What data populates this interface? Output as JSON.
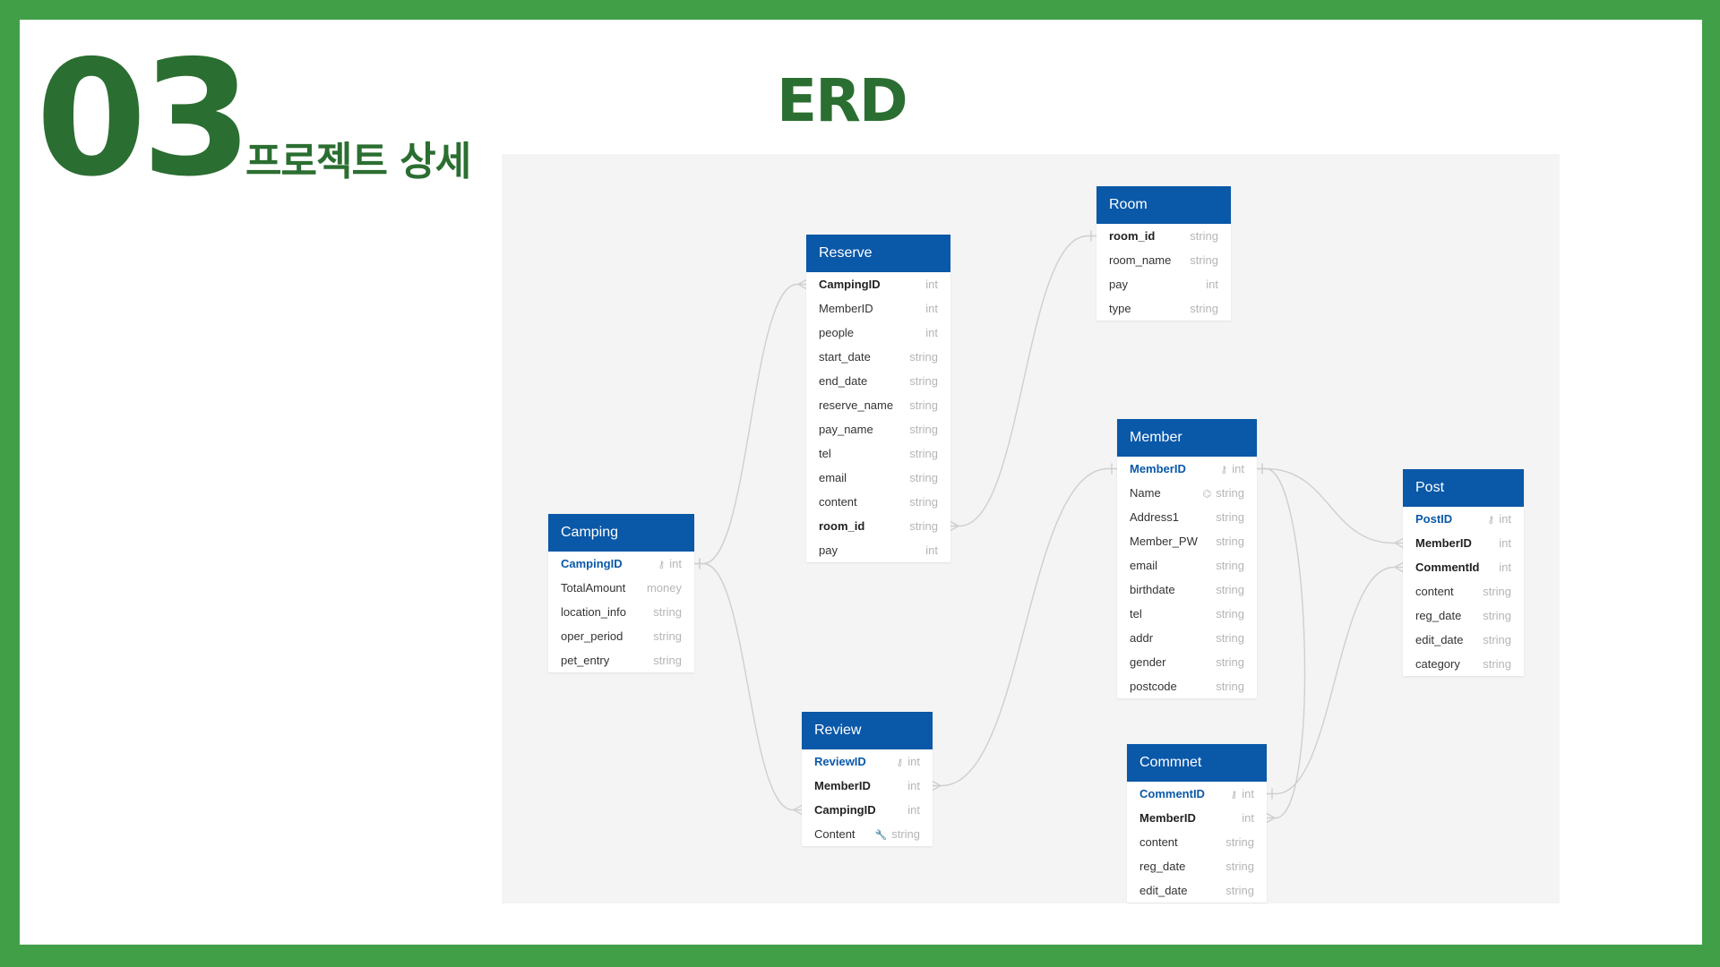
{
  "slide": {
    "section_number": "03",
    "section_title": "프로젝트 상세",
    "page_title": "ERD"
  },
  "diagram": {
    "tables": [
      {
        "id": "room",
        "name": "Room",
        "fields": [
          {
            "name": "room_id",
            "type": "string",
            "key": "fk"
          },
          {
            "name": "room_name",
            "type": "string"
          },
          {
            "name": "pay",
            "type": "int"
          },
          {
            "name": "type",
            "type": "string"
          }
        ]
      },
      {
        "id": "reserve",
        "name": "Reserve",
        "fields": [
          {
            "name": "CampingID",
            "type": "int",
            "key": "fk"
          },
          {
            "name": "MemberID",
            "type": "int"
          },
          {
            "name": "people",
            "type": "int"
          },
          {
            "name": "start_date",
            "type": "string"
          },
          {
            "name": "end_date",
            "type": "string"
          },
          {
            "name": "reserve_name",
            "type": "string"
          },
          {
            "name": "pay_name",
            "type": "string"
          },
          {
            "name": "tel",
            "type": "string"
          },
          {
            "name": "email",
            "type": "string"
          },
          {
            "name": "content",
            "type": "string"
          },
          {
            "name": "room_id",
            "type": "string",
            "key": "fk"
          },
          {
            "name": "pay",
            "type": "int"
          }
        ]
      },
      {
        "id": "camping",
        "name": "Camping",
        "fields": [
          {
            "name": "CampingID",
            "type": "int",
            "key": "pk",
            "icon": "key-icon"
          },
          {
            "name": "TotalAmount",
            "type": "money"
          },
          {
            "name": "location_info",
            "type": "string"
          },
          {
            "name": "oper_period",
            "type": "string"
          },
          {
            "name": "pet_entry",
            "type": "string"
          }
        ]
      },
      {
        "id": "member",
        "name": "Member",
        "fields": [
          {
            "name": "MemberID",
            "type": "int",
            "key": "pk",
            "icon": "key-icon"
          },
          {
            "name": "Name",
            "type": "string",
            "icon": "index-icon"
          },
          {
            "name": "Address1",
            "type": "string"
          },
          {
            "name": "Member_PW",
            "type": "string"
          },
          {
            "name": "email",
            "type": "string"
          },
          {
            "name": "birthdate",
            "type": "string"
          },
          {
            "name": "tel",
            "type": "string"
          },
          {
            "name": "addr",
            "type": "string"
          },
          {
            "name": "gender",
            "type": "string"
          },
          {
            "name": "postcode",
            "type": "string"
          }
        ]
      },
      {
        "id": "post",
        "name": "Post",
        "fields": [
          {
            "name": "PostID",
            "type": "int",
            "key": "pk",
            "icon": "key-icon"
          },
          {
            "name": "MemberID",
            "type": "int",
            "key": "fk"
          },
          {
            "name": "CommentId",
            "type": "int",
            "key": "fk"
          },
          {
            "name": "content",
            "type": "string"
          },
          {
            "name": "reg_date",
            "type": "string"
          },
          {
            "name": "edit_date",
            "type": "string"
          },
          {
            "name": "category",
            "type": "string"
          }
        ]
      },
      {
        "id": "review",
        "name": "Review",
        "fields": [
          {
            "name": "ReviewID",
            "type": "int",
            "key": "pk",
            "icon": "key-icon"
          },
          {
            "name": "MemberID",
            "type": "int",
            "key": "fk"
          },
          {
            "name": "CampingID",
            "type": "int",
            "key": "fk"
          },
          {
            "name": "Content",
            "type": "string",
            "icon": "wrench-icon"
          }
        ]
      },
      {
        "id": "comment",
        "name": "Commnet",
        "fields": [
          {
            "name": "CommentID",
            "type": "int",
            "key": "pk",
            "icon": "key-icon"
          },
          {
            "name": "MemberID",
            "type": "int",
            "key": "fk"
          },
          {
            "name": "content",
            "type": "string"
          },
          {
            "name": "reg_date",
            "type": "string"
          },
          {
            "name": "edit_date",
            "type": "string"
          }
        ]
      }
    ],
    "relationships": [
      {
        "from": "camping.CampingID",
        "to": "reserve.CampingID"
      },
      {
        "from": "camping.CampingID",
        "to": "review.CampingID"
      },
      {
        "from": "room.room_id",
        "to": "reserve.room_id"
      },
      {
        "from": "member.MemberID",
        "to": "review.MemberID"
      },
      {
        "from": "member.MemberID",
        "to": "post.MemberID"
      },
      {
        "from": "member.MemberID",
        "to": "comment.MemberID"
      },
      {
        "from": "comment.CommentID",
        "to": "post.CommentId"
      }
    ],
    "colors": {
      "header": "#0a58a8",
      "brand_green": "#2b6e31",
      "frame": "#41a047",
      "line": "#cfcfcf"
    }
  }
}
